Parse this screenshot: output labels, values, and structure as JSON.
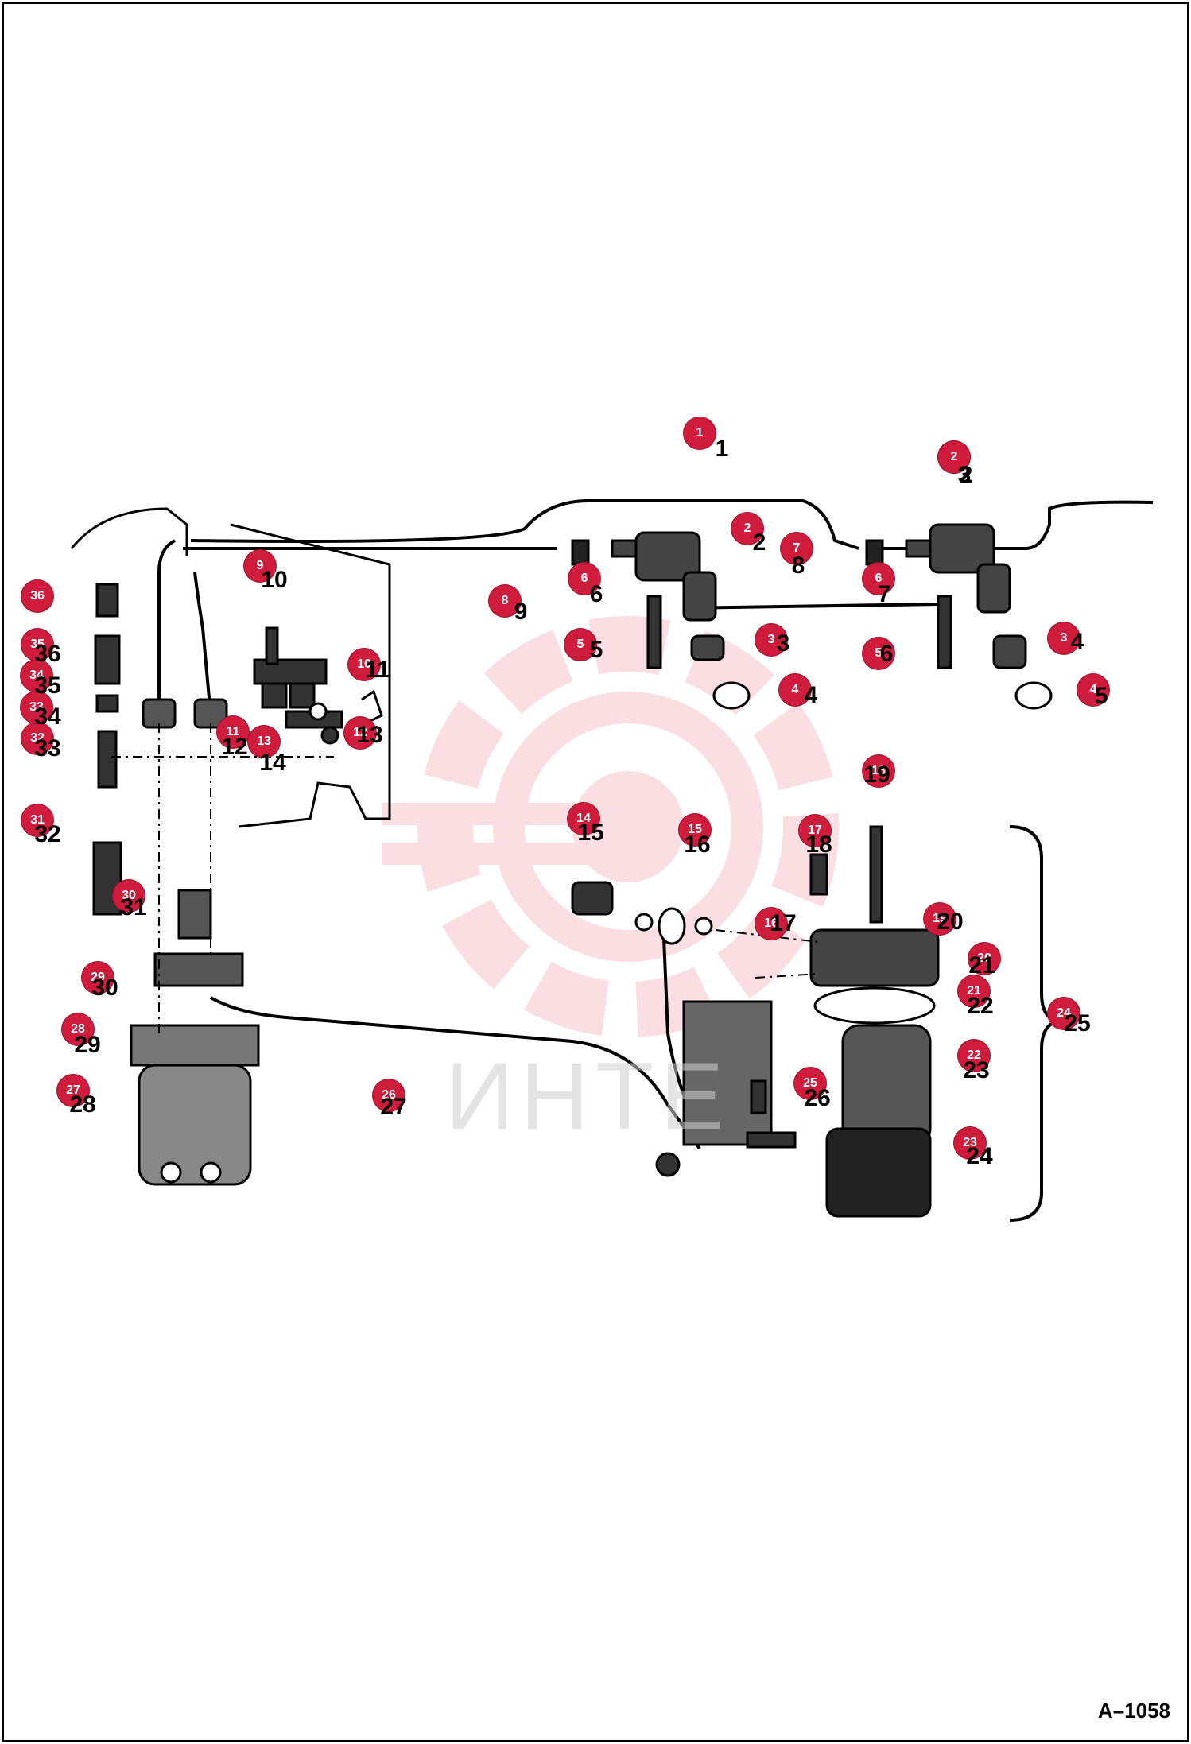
{
  "figure_code": "A–1058",
  "watermark": {
    "text": "ИНТЕ",
    "color": "#f4b8be"
  },
  "colors": {
    "callout": "#d01c3c",
    "line": "#000000"
  },
  "callouts": [
    "1",
    "2",
    "2",
    "2",
    "3",
    "3",
    "4",
    "4",
    "5",
    "5",
    "6",
    "6",
    "7",
    "8",
    "9",
    "10",
    "11",
    "12",
    "13",
    "14",
    "15",
    "16",
    "17",
    "18",
    "19",
    "20",
    "21",
    "22",
    "23",
    "24",
    "25",
    "26",
    "27",
    "28",
    "29",
    "30",
    "31",
    "32",
    "33",
    "34",
    "35",
    "36"
  ],
  "numbers": [
    "1",
    "2",
    "2",
    "3",
    "3",
    "4",
    "4",
    "5",
    "5",
    "6",
    "6",
    "7",
    "8",
    "9",
    "10",
    "11",
    "12",
    "13",
    "14",
    "15",
    "16",
    "17",
    "18",
    "19",
    "20",
    "21",
    "22",
    "23",
    "24",
    "25",
    "26",
    "27",
    "28",
    "29",
    "30",
    "31",
    "32",
    "33",
    "34",
    "35",
    "36"
  ]
}
